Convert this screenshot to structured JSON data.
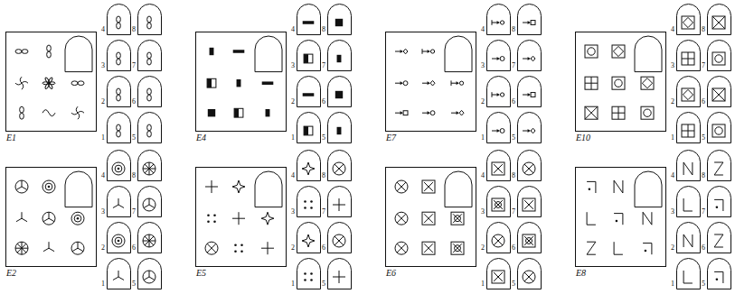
{
  "diagram": {
    "labels": [
      "E1",
      "4",
      "8",
      "3",
      "7",
      "2",
      "6",
      "1",
      "5",
      "E4",
      "4",
      "8",
      "3",
      "7",
      "2",
      "6",
      "1",
      "5",
      "E7",
      "4",
      "8",
      "3",
      "7",
      "2",
      "6",
      "1",
      "5",
      "E10",
      "4",
      "8",
      "3",
      "7",
      "2",
      "6",
      "1",
      "5",
      "E2",
      "4",
      "8",
      "3",
      "7",
      "2",
      "6",
      "1",
      "5",
      "E5",
      "4",
      "8",
      "3",
      "7",
      "2",
      "6",
      "1",
      "5",
      "E6",
      "4",
      "8",
      "3",
      "7",
      "2",
      "6",
      "1",
      "5",
      "E8",
      "4",
      "8",
      "3",
      "7",
      "2",
      "6",
      "1",
      "5"
    ]
  }
}
